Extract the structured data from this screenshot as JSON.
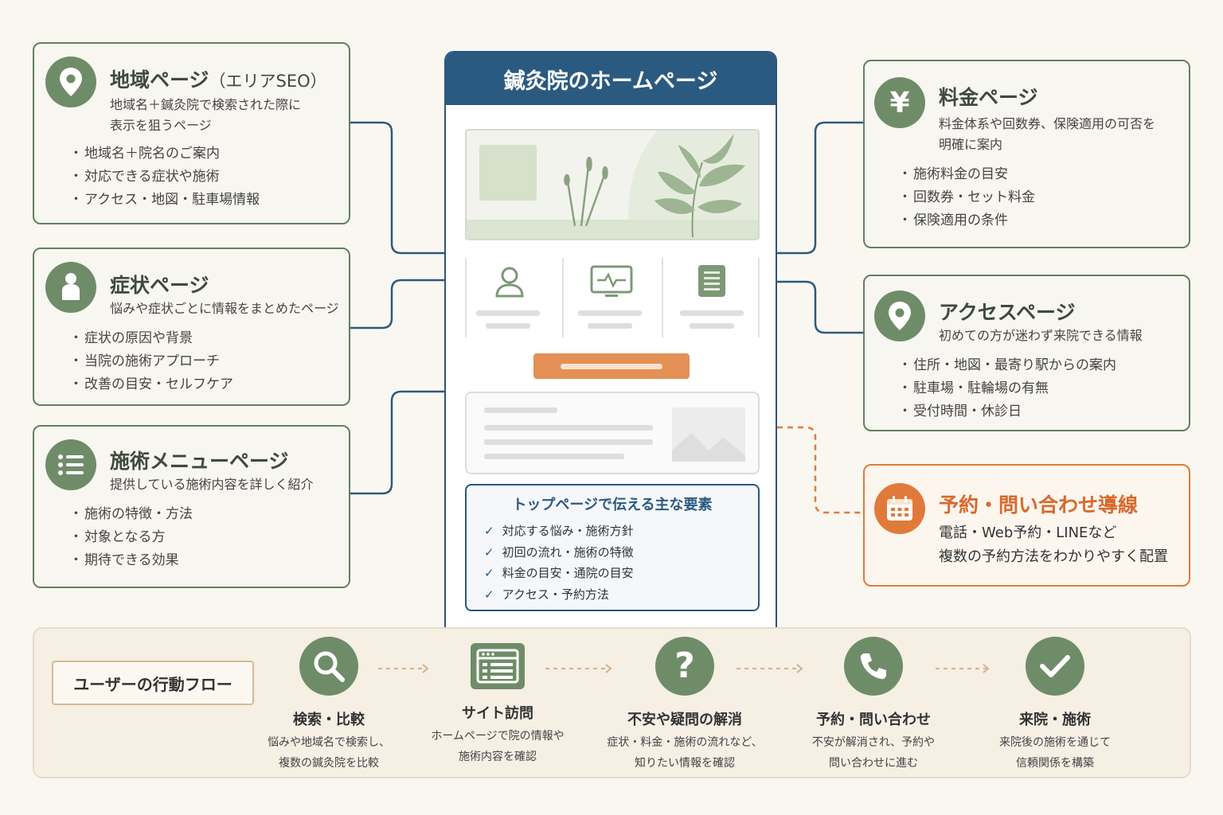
{
  "homepage": {
    "title": "鍼灸院のホームページ",
    "elements_title": "トップページで伝える主な要素",
    "elements": [
      "対応する悩み・施術方針",
      "初回の流れ・施術の特徴",
      "料金の目安・通院の目安",
      "アクセス・予約方法"
    ]
  },
  "cards": {
    "area": {
      "title": "地域ページ",
      "title_sub": "（エリアSEO）",
      "desc": [
        "地域名＋鍼灸院で検索された際に",
        "表示を狙うページ"
      ],
      "items": [
        "地域名＋院名のご案内",
        "対応できる症状や施術",
        "アクセス・地図・駐車場情報"
      ],
      "icon": "map-pin-icon"
    },
    "symptom": {
      "title": "症状ページ",
      "desc": [
        "悩みや症状ごとに情報をまとめたページ"
      ],
      "items": [
        "症状の原因や背景",
        "当院の施術アプローチ",
        "改善の目安・セルフケア"
      ],
      "icon": "person-icon"
    },
    "menu": {
      "title": "施術メニューページ",
      "desc": [
        "提供している施術内容を詳しく紹介"
      ],
      "items": [
        "施術の特徴・方法",
        "対象となる方",
        "期待できる効果"
      ],
      "icon": "list-icon"
    },
    "price": {
      "title": "料金ページ",
      "desc": [
        "料金体系や回数券、保険適用の可否を",
        "明確に案内"
      ],
      "items": [
        "施術料金の目安",
        "回数券・セット料金",
        "保険適用の条件"
      ],
      "icon": "yen-icon"
    },
    "access": {
      "title": "アクセスページ",
      "desc": [
        "初めての方が迷わず来院できる情報"
      ],
      "items": [
        "住所・地図・最寄り駅からの案内",
        "駐車場・駐輪場の有無",
        "受付時間・休診日"
      ],
      "icon": "map-pin-icon"
    },
    "reserve": {
      "title": "予約・問い合わせ導線",
      "desc": [
        "電話・Web予約・LINEなど",
        "複数の予約方法をわかりやすく配置"
      ],
      "icon": "calendar-icon"
    }
  },
  "flow": {
    "label": "ユーザーの行動フロー",
    "steps": [
      {
        "title": "検索・比較",
        "desc": [
          "悩みや地域名で検索し、",
          "複数の鍼灸院を比較"
        ],
        "icon": "search-icon"
      },
      {
        "title": "サイト訪問",
        "desc": [
          "ホームページで院の情報や",
          "施術内容を確認"
        ],
        "icon": "browser-icon"
      },
      {
        "title": "不安や疑問の解消",
        "desc": [
          "症状・料金・施術の流れなど、",
          "知りたい情報を確認"
        ],
        "icon": "question-icon"
      },
      {
        "title": "予約・問い合わせ",
        "desc": [
          "不安が解消され、予約や",
          "問い合わせに進む"
        ],
        "icon": "phone-icon"
      },
      {
        "title": "来院・施術",
        "desc": [
          "来院後の施術を通じて",
          "信頼関係を構築"
        ],
        "icon": "check-icon"
      }
    ]
  },
  "colors": {
    "green": "#6f8c69",
    "navy": "#2b5a80",
    "orange": "#e07a3a",
    "background": "#faf7f1"
  }
}
